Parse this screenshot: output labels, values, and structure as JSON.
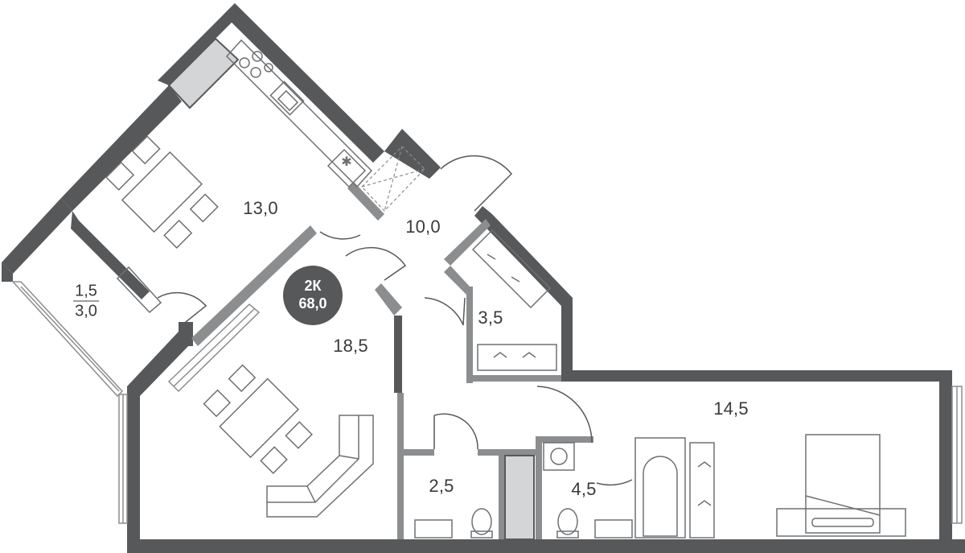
{
  "plan": {
    "badge": {
      "rooms": "2К",
      "total_area": "68,0"
    },
    "rooms": {
      "kitchen": "13,0",
      "hall": "10,0",
      "living": "18,5",
      "wardrobe": "3,5",
      "bedroom": "14,5",
      "wc": "2,5",
      "bath": "4,5"
    },
    "balcony": {
      "area_reduced": "1,5",
      "area_full": "3,0"
    },
    "colors": {
      "wall": "#57585a",
      "partition": "#8c8d8f",
      "fixture": "#6f7072",
      "shaft": "#d4d5d6"
    }
  }
}
